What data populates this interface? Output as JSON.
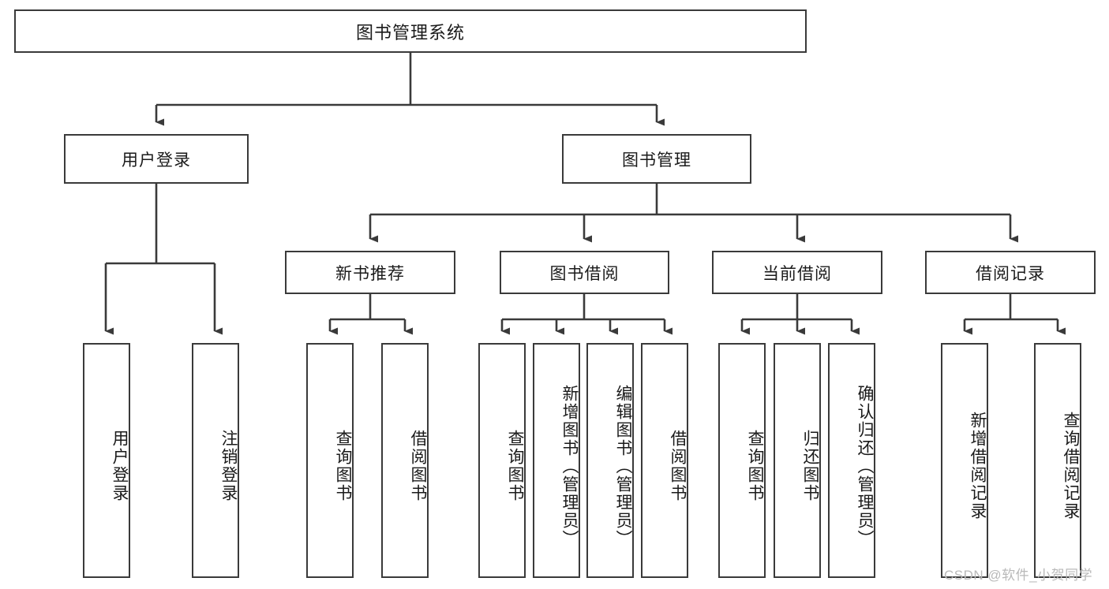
{
  "diagram": {
    "title": "图书管理系统",
    "watermark": "CSDN @软件_小贺同学",
    "line_color": "#3a3a3a",
    "background": "#ffffff",
    "text_color": "#1a1a1a",
    "watermark_color": "#b9b9b9"
  },
  "nodes": {
    "root": {
      "label": "图书管理系统"
    },
    "level2": [
      {
        "label": "用户登录"
      },
      {
        "label": "图书管理"
      }
    ],
    "level3": [
      {
        "label": "新书推荐"
      },
      {
        "label": "图书借阅"
      },
      {
        "label": "当前借阅"
      },
      {
        "label": "借阅记录"
      }
    ],
    "leaves": [
      {
        "label": "用户登录",
        "parent": "用户登录"
      },
      {
        "label": "注销登录",
        "parent": "用户登录"
      },
      {
        "label": "查询图书",
        "parent": "新书推荐"
      },
      {
        "label": "借阅图书",
        "parent": "新书推荐"
      },
      {
        "label": "查询图书",
        "parent": "图书借阅"
      },
      {
        "label": "新增图书（管理员）",
        "parent": "图书借阅"
      },
      {
        "label": "编辑图书（管理员）",
        "parent": "图书借阅"
      },
      {
        "label": "借阅图书",
        "parent": "图书借阅"
      },
      {
        "label": "查询图书",
        "parent": "当前借阅"
      },
      {
        "label": "归还图书",
        "parent": "当前借阅"
      },
      {
        "label": "确认归还（管理员）",
        "parent": "当前借阅"
      },
      {
        "label": "新增借阅记录",
        "parent": "借阅记录"
      },
      {
        "label": "查询借阅记录",
        "parent": "借阅记录"
      }
    ]
  },
  "chart_data": {
    "type": "tree",
    "title": "图书管理系统",
    "orientation": "top-down",
    "tree": {
      "name": "图书管理系统",
      "children": [
        {
          "name": "用户登录",
          "children": [
            {
              "name": "用户登录"
            },
            {
              "name": "注销登录"
            }
          ]
        },
        {
          "name": "图书管理",
          "children": [
            {
              "name": "新书推荐",
              "children": [
                {
                  "name": "查询图书"
                },
                {
                  "name": "借阅图书"
                }
              ]
            },
            {
              "name": "图书借阅",
              "children": [
                {
                  "name": "查询图书"
                },
                {
                  "name": "新增图书（管理员）"
                },
                {
                  "name": "编辑图书（管理员）"
                },
                {
                  "name": "借阅图书"
                }
              ]
            },
            {
              "name": "当前借阅",
              "children": [
                {
                  "name": "查询图书"
                },
                {
                  "name": "归还图书"
                },
                {
                  "name": "确认归还（管理员）"
                }
              ]
            },
            {
              "name": "借阅记录",
              "children": [
                {
                  "name": "新增借阅记录"
                },
                {
                  "name": "查询借阅记录"
                }
              ]
            }
          ]
        }
      ]
    }
  }
}
